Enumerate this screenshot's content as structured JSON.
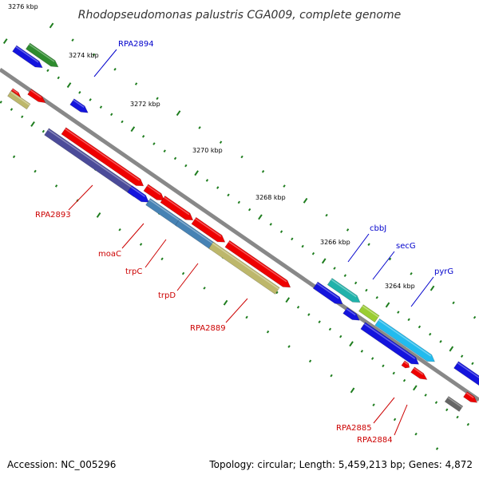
{
  "title": "Rhodopseudomonas palustris CGA009, complete genome",
  "footer": {
    "accession": "Accession: NC_005296",
    "topology": "Topology: circular; Length: 5,459,213 bp; Genes: 4,872"
  },
  "scale_labels": [
    "3276 kbp",
    "3274 kbp",
    "3272 kbp",
    "3270 kbp",
    "3268 kbp",
    "3266 kbp",
    "3264 kbp"
  ],
  "gene_labels": [
    "RPA2894",
    "cbbJ",
    "secG",
    "pyrG",
    "RPA2893",
    "moaC",
    "trpC",
    "trpD",
    "RPA2889",
    "RPA2885",
    "RPA2884"
  ],
  "colors": {
    "backbone": "#888888",
    "tick": "#1e7d1e",
    "label_forward": "#0000cc",
    "label_reverse": "#cc0000",
    "red": "#ee0000",
    "blue": "#1414dd",
    "green": "#2e8b2e",
    "tan": "#bdb76b",
    "indigo": "#4b4b99",
    "steel": "#4682b4",
    "teal": "#20b2aa",
    "cyan": "#22bbee",
    "lime": "#9acd32",
    "gray": "#666666"
  }
}
